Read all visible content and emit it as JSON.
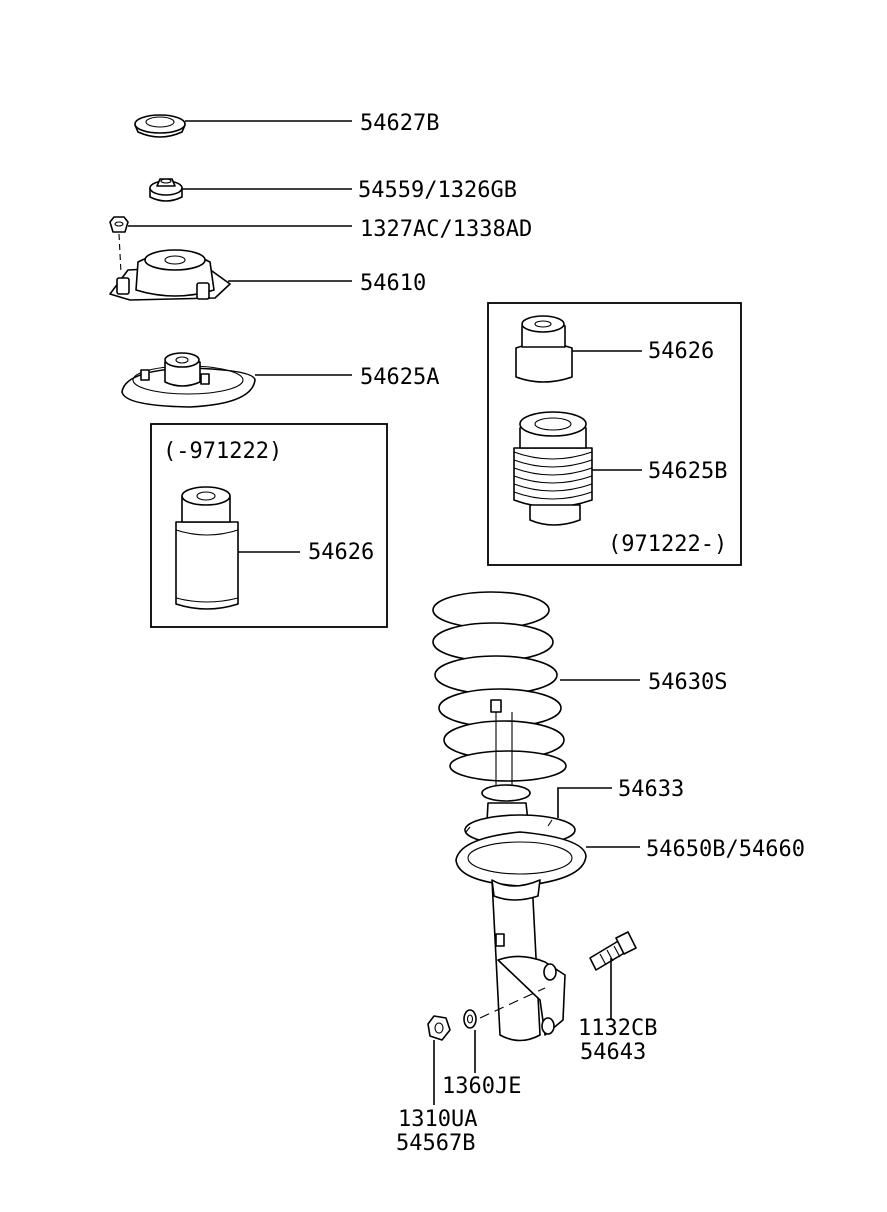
{
  "diagram_title": "",
  "labels": {
    "top_cap": "54627B",
    "nut": "54559/1326GB",
    "small_nut": "1327AC/1338AD",
    "mount": "54610",
    "bearing_plate": "54625A",
    "box_left_range": "(-971222)",
    "box_left_bumper": "54626",
    "box_right_bumper": "54626",
    "box_right_boot": "54625B",
    "box_right_range": "(971222-)",
    "spring": "54630S",
    "spring_pad": "54633",
    "spring_seat": "54650B/54660",
    "bolt_line1": "1132CB",
    "bolt_line2": "54643",
    "washer": "1360JE",
    "lock_nut_line1": "1310UA",
    "lock_nut_line2": "54567B"
  },
  "icons": [
    "cap-icon",
    "nut-icon",
    "mount-icon",
    "bearing-plate-icon",
    "bump-stop-icon",
    "dust-boot-icon",
    "coil-spring-icon",
    "spring-seat-icon",
    "strut-icon",
    "bolt-icon",
    "washer-icon",
    "lock-nut-icon"
  ]
}
